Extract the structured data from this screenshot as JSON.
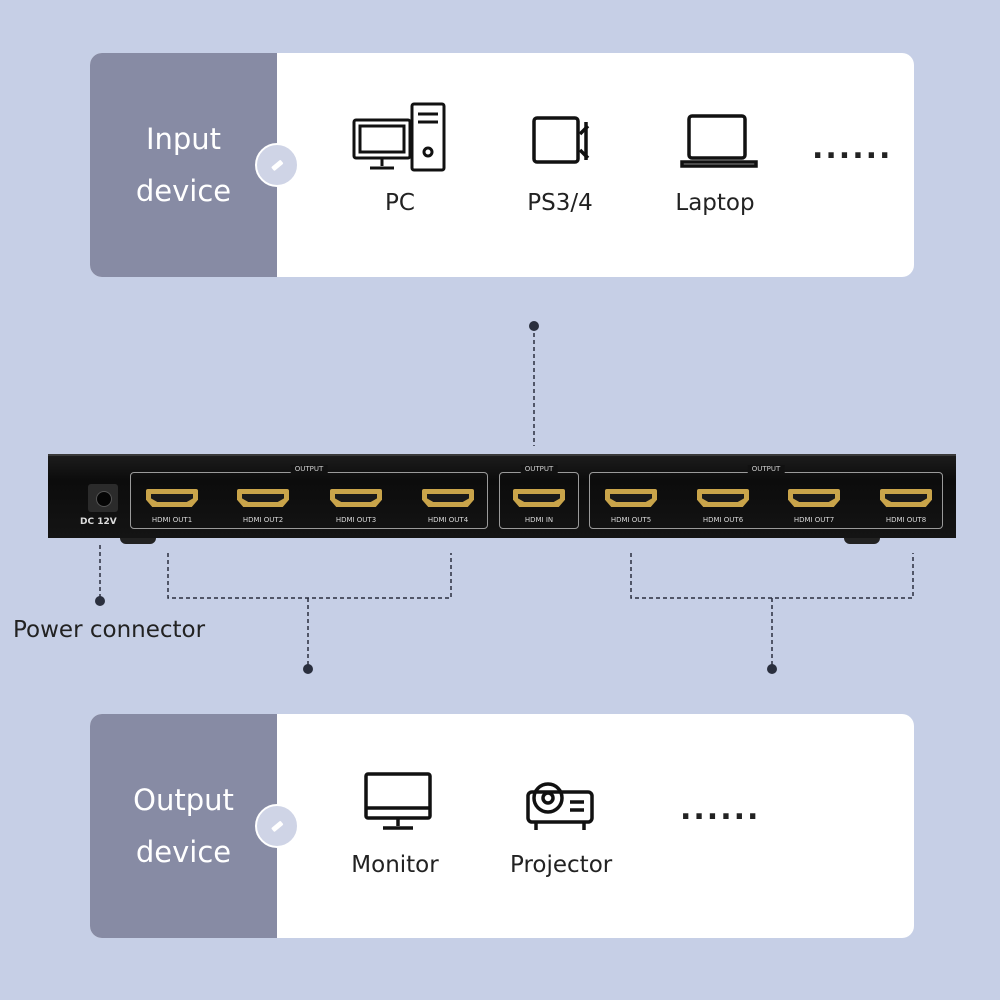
{
  "input_panel": {
    "title_line1": "Input",
    "title_line2": "device",
    "items": [
      {
        "label": "PC",
        "icon": "pc-icon"
      },
      {
        "label": "PS3/4",
        "icon": "game-console-icon"
      },
      {
        "label": "Laptop",
        "icon": "laptop-icon"
      }
    ],
    "more": "......"
  },
  "output_panel": {
    "title_line1": "Output",
    "title_line2": "device",
    "items": [
      {
        "label": "Monitor",
        "icon": "monitor-icon"
      },
      {
        "label": "Projector",
        "icon": "projector-icon"
      }
    ],
    "more": "......"
  },
  "device": {
    "dc_label": "DC 12V",
    "groups": [
      "OUTPUT",
      "OUTPUT",
      "OUTPUT"
    ],
    "ports": [
      "HDMI OUT1",
      "HDMI OUT2",
      "HDMI OUT3",
      "HDMI OUT4",
      "HDMI IN",
      "HDMI OUT5",
      "HDMI OUT6",
      "HDMI OUT7",
      "HDMI OUT8"
    ]
  },
  "power_label": "Power connector",
  "colors": {
    "background": "#c6cfe6",
    "side_panel": "#878ba4",
    "port_gold": "#c9a44a"
  }
}
